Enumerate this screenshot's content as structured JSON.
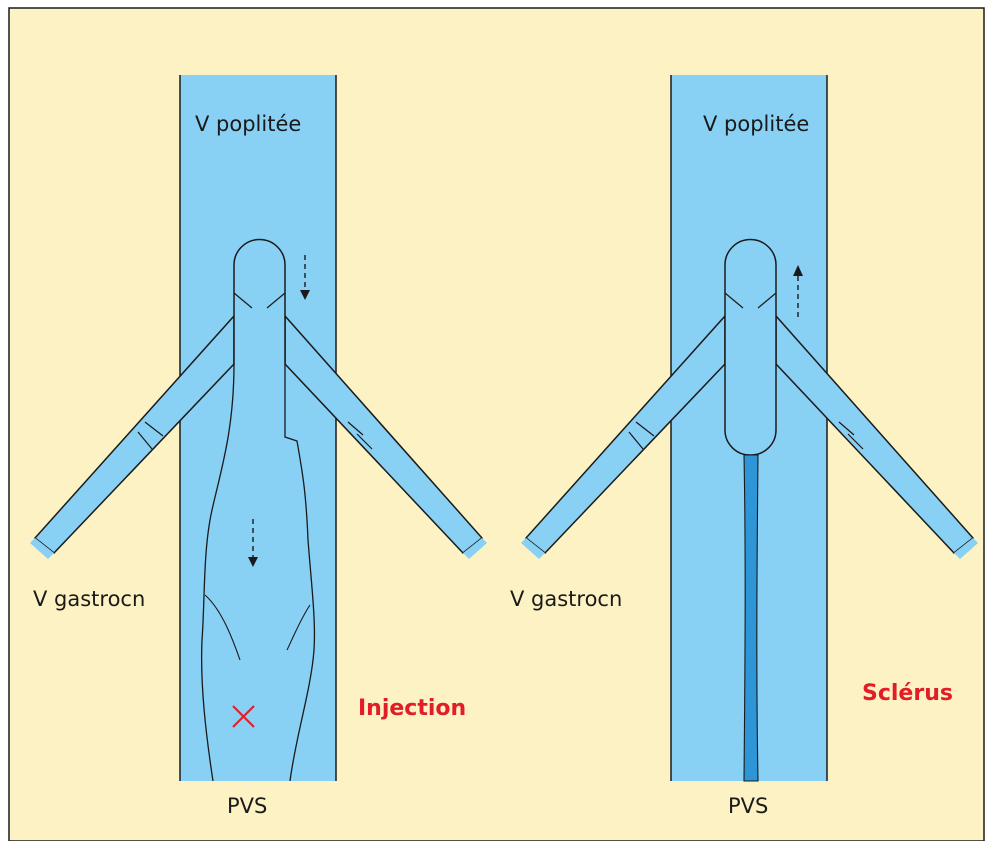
{
  "colors": {
    "panel_background": "#fdf2c4",
    "vein_fill": "#88d0f4",
    "outline": "#1a1a1a",
    "sclerus_fill": "#2e95d6",
    "accent_red": "#e11d27"
  },
  "left_panel": {
    "top_label": "V poplitée",
    "side_label": "V gastrocn",
    "bottom_label": "PVS",
    "annotation": "Injection"
  },
  "right_panel": {
    "top_label": "V poplitée",
    "side_label": "V gastrocn",
    "bottom_label": "PVS",
    "annotation": "Sclérus"
  }
}
